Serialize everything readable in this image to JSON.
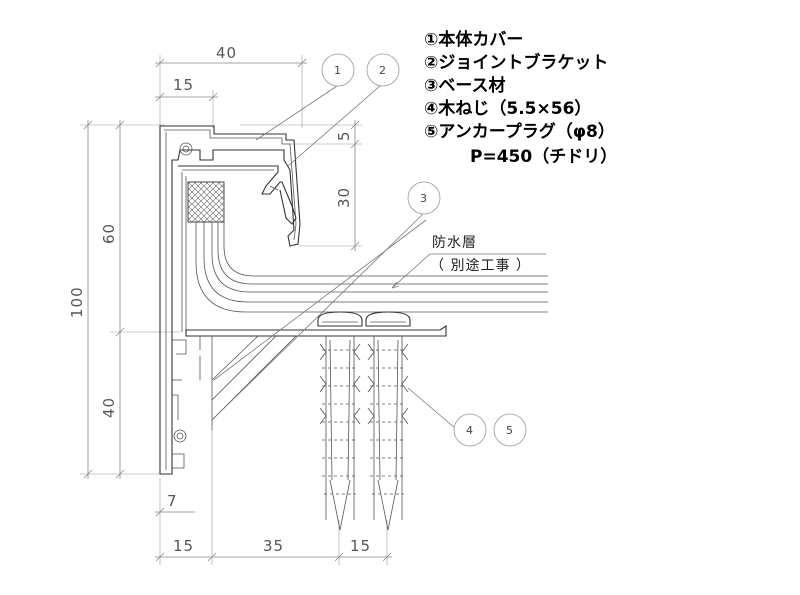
{
  "legend": [
    "①本体カバー",
    "②ジョイントブラケット",
    "③ベース材",
    "④木ねじ（5.5×56）",
    "⑤アンカープラグ（φ8）",
    "P=450（チドリ）"
  ],
  "dimensions": {
    "top_overall": "40",
    "top_lip": "15",
    "right_small": "5",
    "right_drop": "30",
    "left_overall": "100",
    "left_upper": "60",
    "left_lower": "40",
    "bottom_small": "7",
    "bottom_a": "15",
    "bottom_b": "35",
    "bottom_c": "15"
  },
  "labels": {
    "waterproof": "防水層",
    "waterproof_note": "（ 別途工事 ）"
  },
  "bubbles": {
    "b1": "1",
    "b2": "2",
    "b3": "3",
    "b4": "4",
    "b5": "5"
  }
}
